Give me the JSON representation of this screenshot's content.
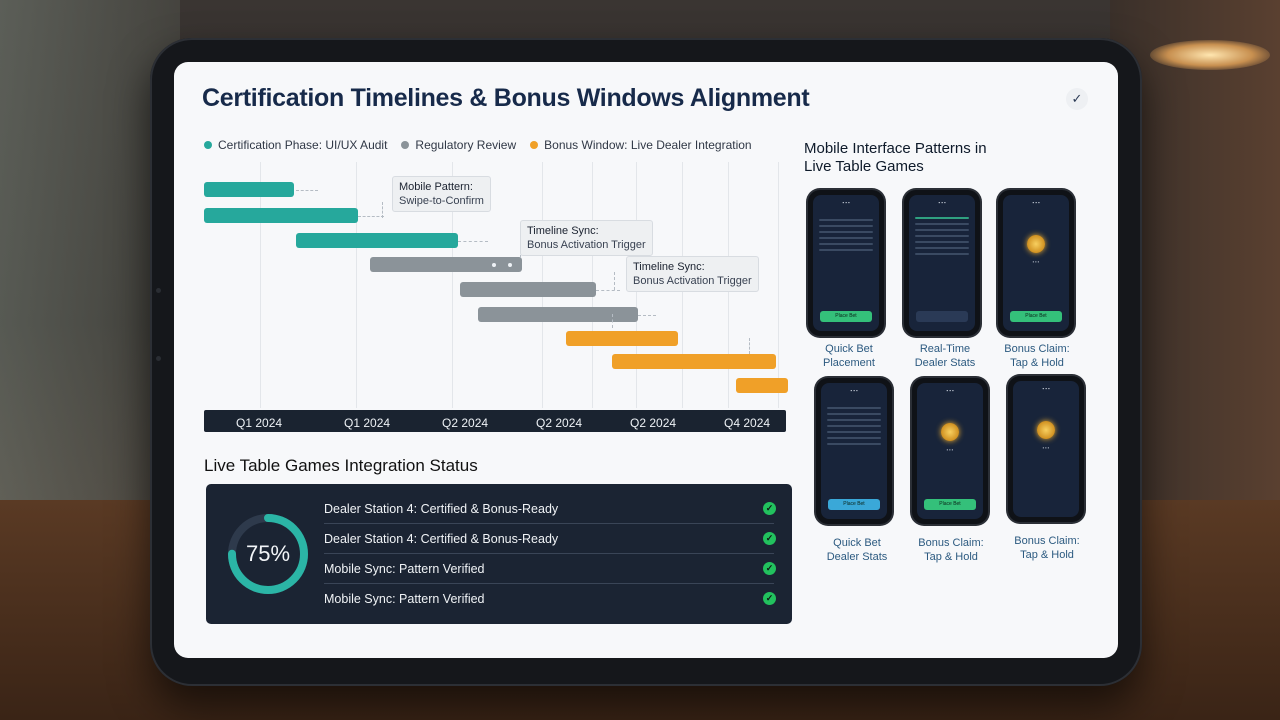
{
  "title": "Certification Timelines & Bonus Windows Alignment",
  "legend": [
    {
      "label": "Certification Phase: UI/UX Audit",
      "color": "#26a89c"
    },
    {
      "label": "Regulatory Review",
      "color": "#8b9399"
    },
    {
      "label": "Bonus Window: Live Dealer Integration",
      "color": "#f0a028"
    }
  ],
  "gantt": {
    "ticks": [
      "Q1 2024",
      "Q1 2024",
      "Q2 2024",
      "Q2 2024",
      "Q2 2024",
      "Q4 2024"
    ],
    "callouts": [
      {
        "title": "Mobile Pattern:",
        "sub": "Swipe-to-Confirm"
      },
      {
        "title": "Timeline Sync:",
        "sub": "Bonus Activation Trigger"
      },
      {
        "title": "Timeline Sync:",
        "sub": "Bonus Activation Trigger"
      }
    ]
  },
  "status": {
    "title": "Live Table Games Integration Status",
    "percent_label": "75%",
    "percent": 0.75,
    "rows": [
      "Dealer Station 4: Certified & Bonus-Ready",
      "Dealer Station 4: Certified & Bonus-Ready",
      "Mobile Sync: Pattern Verified",
      "Mobile Sync: Pattern Verified"
    ]
  },
  "mobile": {
    "title_line1": "Mobile Interface Patterns in",
    "title_line2": "Live Table Games",
    "captions": [
      [
        "Quick Bet",
        "Placement"
      ],
      [
        "Real-Time",
        "Dealer Stats"
      ],
      [
        "Bonus Claim:",
        "Tap & Hold"
      ],
      [
        "Quick Bet",
        "Dealer Stats"
      ],
      [
        "Bonus Claim:",
        "Tap & Hold"
      ],
      [
        "Bonus Claim:",
        "Tap & Hold"
      ]
    ],
    "phone_buttons": [
      "Place Bet",
      "",
      "Place Bet",
      "Place Bet",
      "Place Bet",
      ""
    ]
  },
  "colors": {
    "teal": "#26a89c",
    "grey": "#8b9399",
    "orange": "#f0a028",
    "ok": "#22c15e",
    "navy": "#1b2433"
  }
}
